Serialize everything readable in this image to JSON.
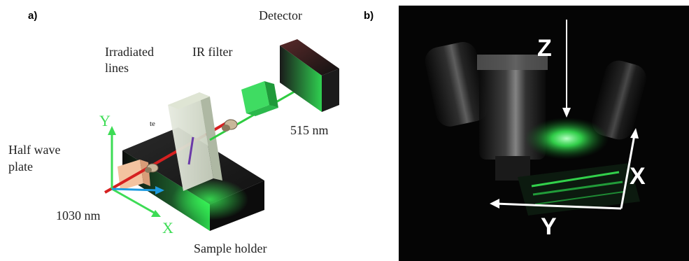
{
  "panel_a": {
    "panel_label": "a)",
    "labels": {
      "detector": "Detector",
      "irradiated_line1": "Irradiated",
      "irradiated_line2": "lines",
      "ir_filter": "IR filter",
      "te": "te",
      "wavelength_green": "515 nm",
      "half_wave_line1": "Half wave",
      "half_wave_line2": "plate",
      "wavelength_ir": "1030 nm",
      "sample_holder": "Sample holder",
      "axis_y": "Y",
      "axis_x": "X"
    },
    "colors": {
      "green_beam": "#2ecc40",
      "red_beam": "#d62020",
      "axis_green": "#3ddc55",
      "axis_blue": "#1e9be0"
    }
  },
  "panel_b": {
    "panel_label": "b)",
    "axis_labels": {
      "z": "Z",
      "x": "X",
      "y": "Y"
    },
    "colors": {
      "background": "#050505",
      "glow": "#3cff5a",
      "arrow": "#ffffff"
    }
  }
}
